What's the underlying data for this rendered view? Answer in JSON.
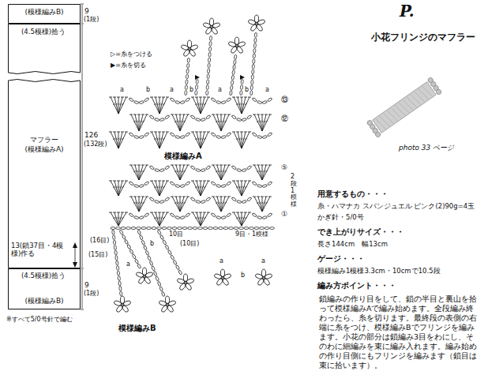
{
  "diagram": {
    "title": "小花フリンジのマフラー",
    "nodes": [
      {
        "text": [
          "(模様編みB)"
        ]
      },
      {
        "text": [
          "マフラー",
          "(模様編みA)"
        ]
      },
      {
        "text": [
          "(模様編みB)"
        ]
      }
    ],
    "labels": [
      "P.",
      "photo 33 ページ",
      "用意するもの・・・",
      "糸・ハマナカ スパンジュエル ピンク(2)90g=4玉",
      "かぎ針・5/0号",
      "でき上がりサイズ・・・",
      "長さ144cm　幅13cm",
      "ゲージ・・・",
      "模様編み1模様3.3cm・10cmで10.5段",
      "編み方ポイント・・・",
      "鎖編みの作り目をして、鎖の半目と裏山を拾って模様編みAで編み始めます。全段編み終わったら、糸を切ります。最終段の表側の右端に糸をつけ、模様編みBでフリンジを編みます。小花の部分は鎖編み3目をわにし、そのわに細編みを束に編み入れます。編み始めの作り目側にもフリンジを編みます（鎖目は束に拾います）。",
      "(4.5模様)拾う",
      "9",
      "(1段)",
      "126",
      "(132段)",
      "13(鎖37目・4模様)作る",
      "(4.5模様)拾う",
      "9",
      "(1段)",
      "※すべて5/0号針で編む",
      "▷=糸をつける",
      "▶=糸を切る",
      "a",
      "b",
      "a",
      "b",
      "a",
      "b",
      "a",
      "⑬",
      "⑫",
      "模様編みA",
      "⑤",
      "2段1模様",
      "①",
      "10目",
      "9目・1模様",
      "(16目)",
      "(15目)",
      "(10目)",
      "b",
      "a",
      "a",
      "b",
      "a",
      "模様編みB"
    ]
  }
}
